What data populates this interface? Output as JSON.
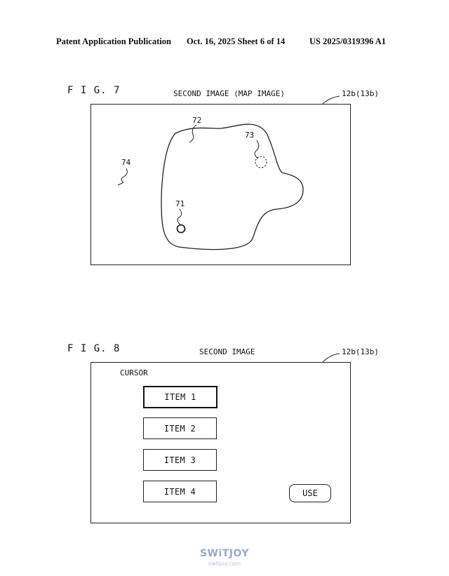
{
  "header": {
    "publication": "Patent Application Publication",
    "date_sheet": "Oct. 16, 2025  Sheet 6 of 14",
    "number": "US 2025/0319396 A1"
  },
  "fig7": {
    "label": "F I G. 7",
    "caption": "SECOND IMAGE (MAP IMAGE)",
    "device_ref": "12b(13b)",
    "refs": {
      "r71": "71",
      "r72": "72",
      "r73": "73",
      "r74": "74"
    }
  },
  "fig8": {
    "label": "F I G. 8",
    "caption": "SECOND IMAGE",
    "device_ref": "12b(13b)",
    "cursor_label": "CURSOR",
    "items": [
      "ITEM 1",
      "ITEM 2",
      "ITEM 3",
      "ITEM 4"
    ],
    "selected_index": 0,
    "use_label": "USE"
  },
  "watermark": {
    "logo": "SWiTJOY",
    "site": "switjoy.com"
  }
}
